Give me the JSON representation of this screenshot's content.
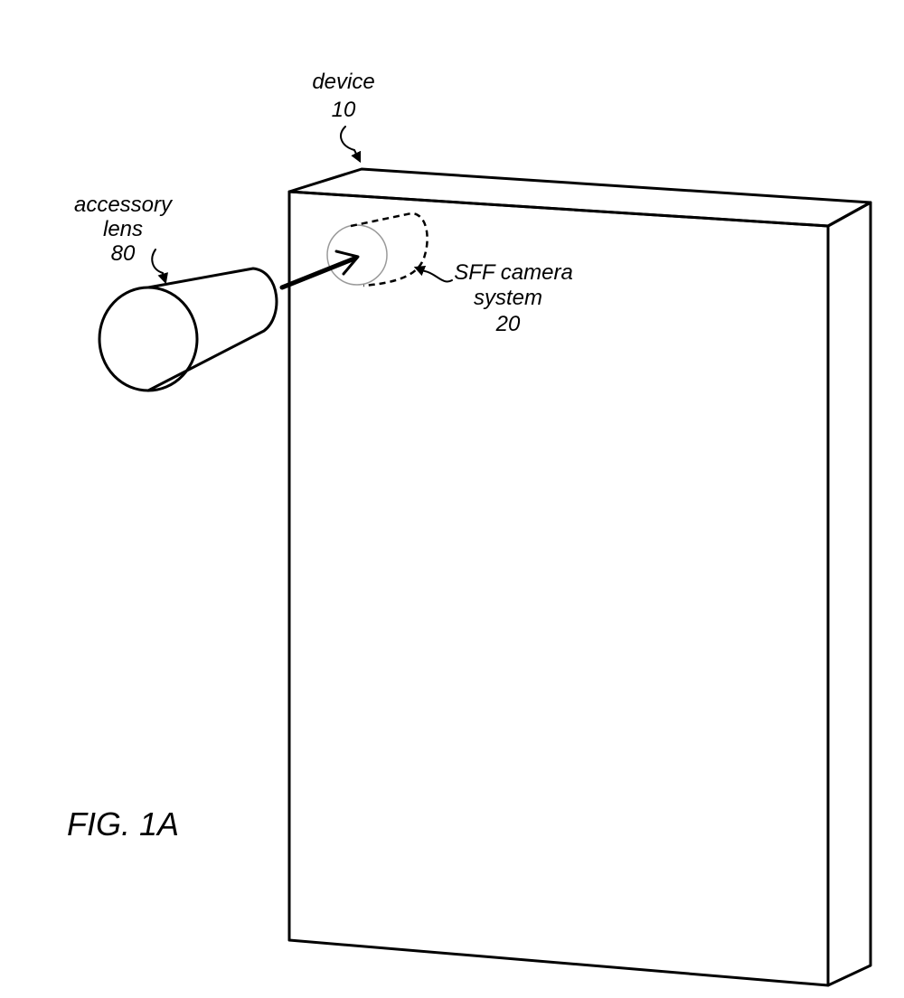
{
  "labels": {
    "device_name": "device",
    "device_ref": "10",
    "accessory_name": "accessory",
    "accessory_name2": "lens",
    "accessory_ref": "80",
    "camera_name": "SFF camera",
    "camera_name2": "system",
    "camera_ref": "20",
    "figure_caption": "FIG. 1A"
  }
}
